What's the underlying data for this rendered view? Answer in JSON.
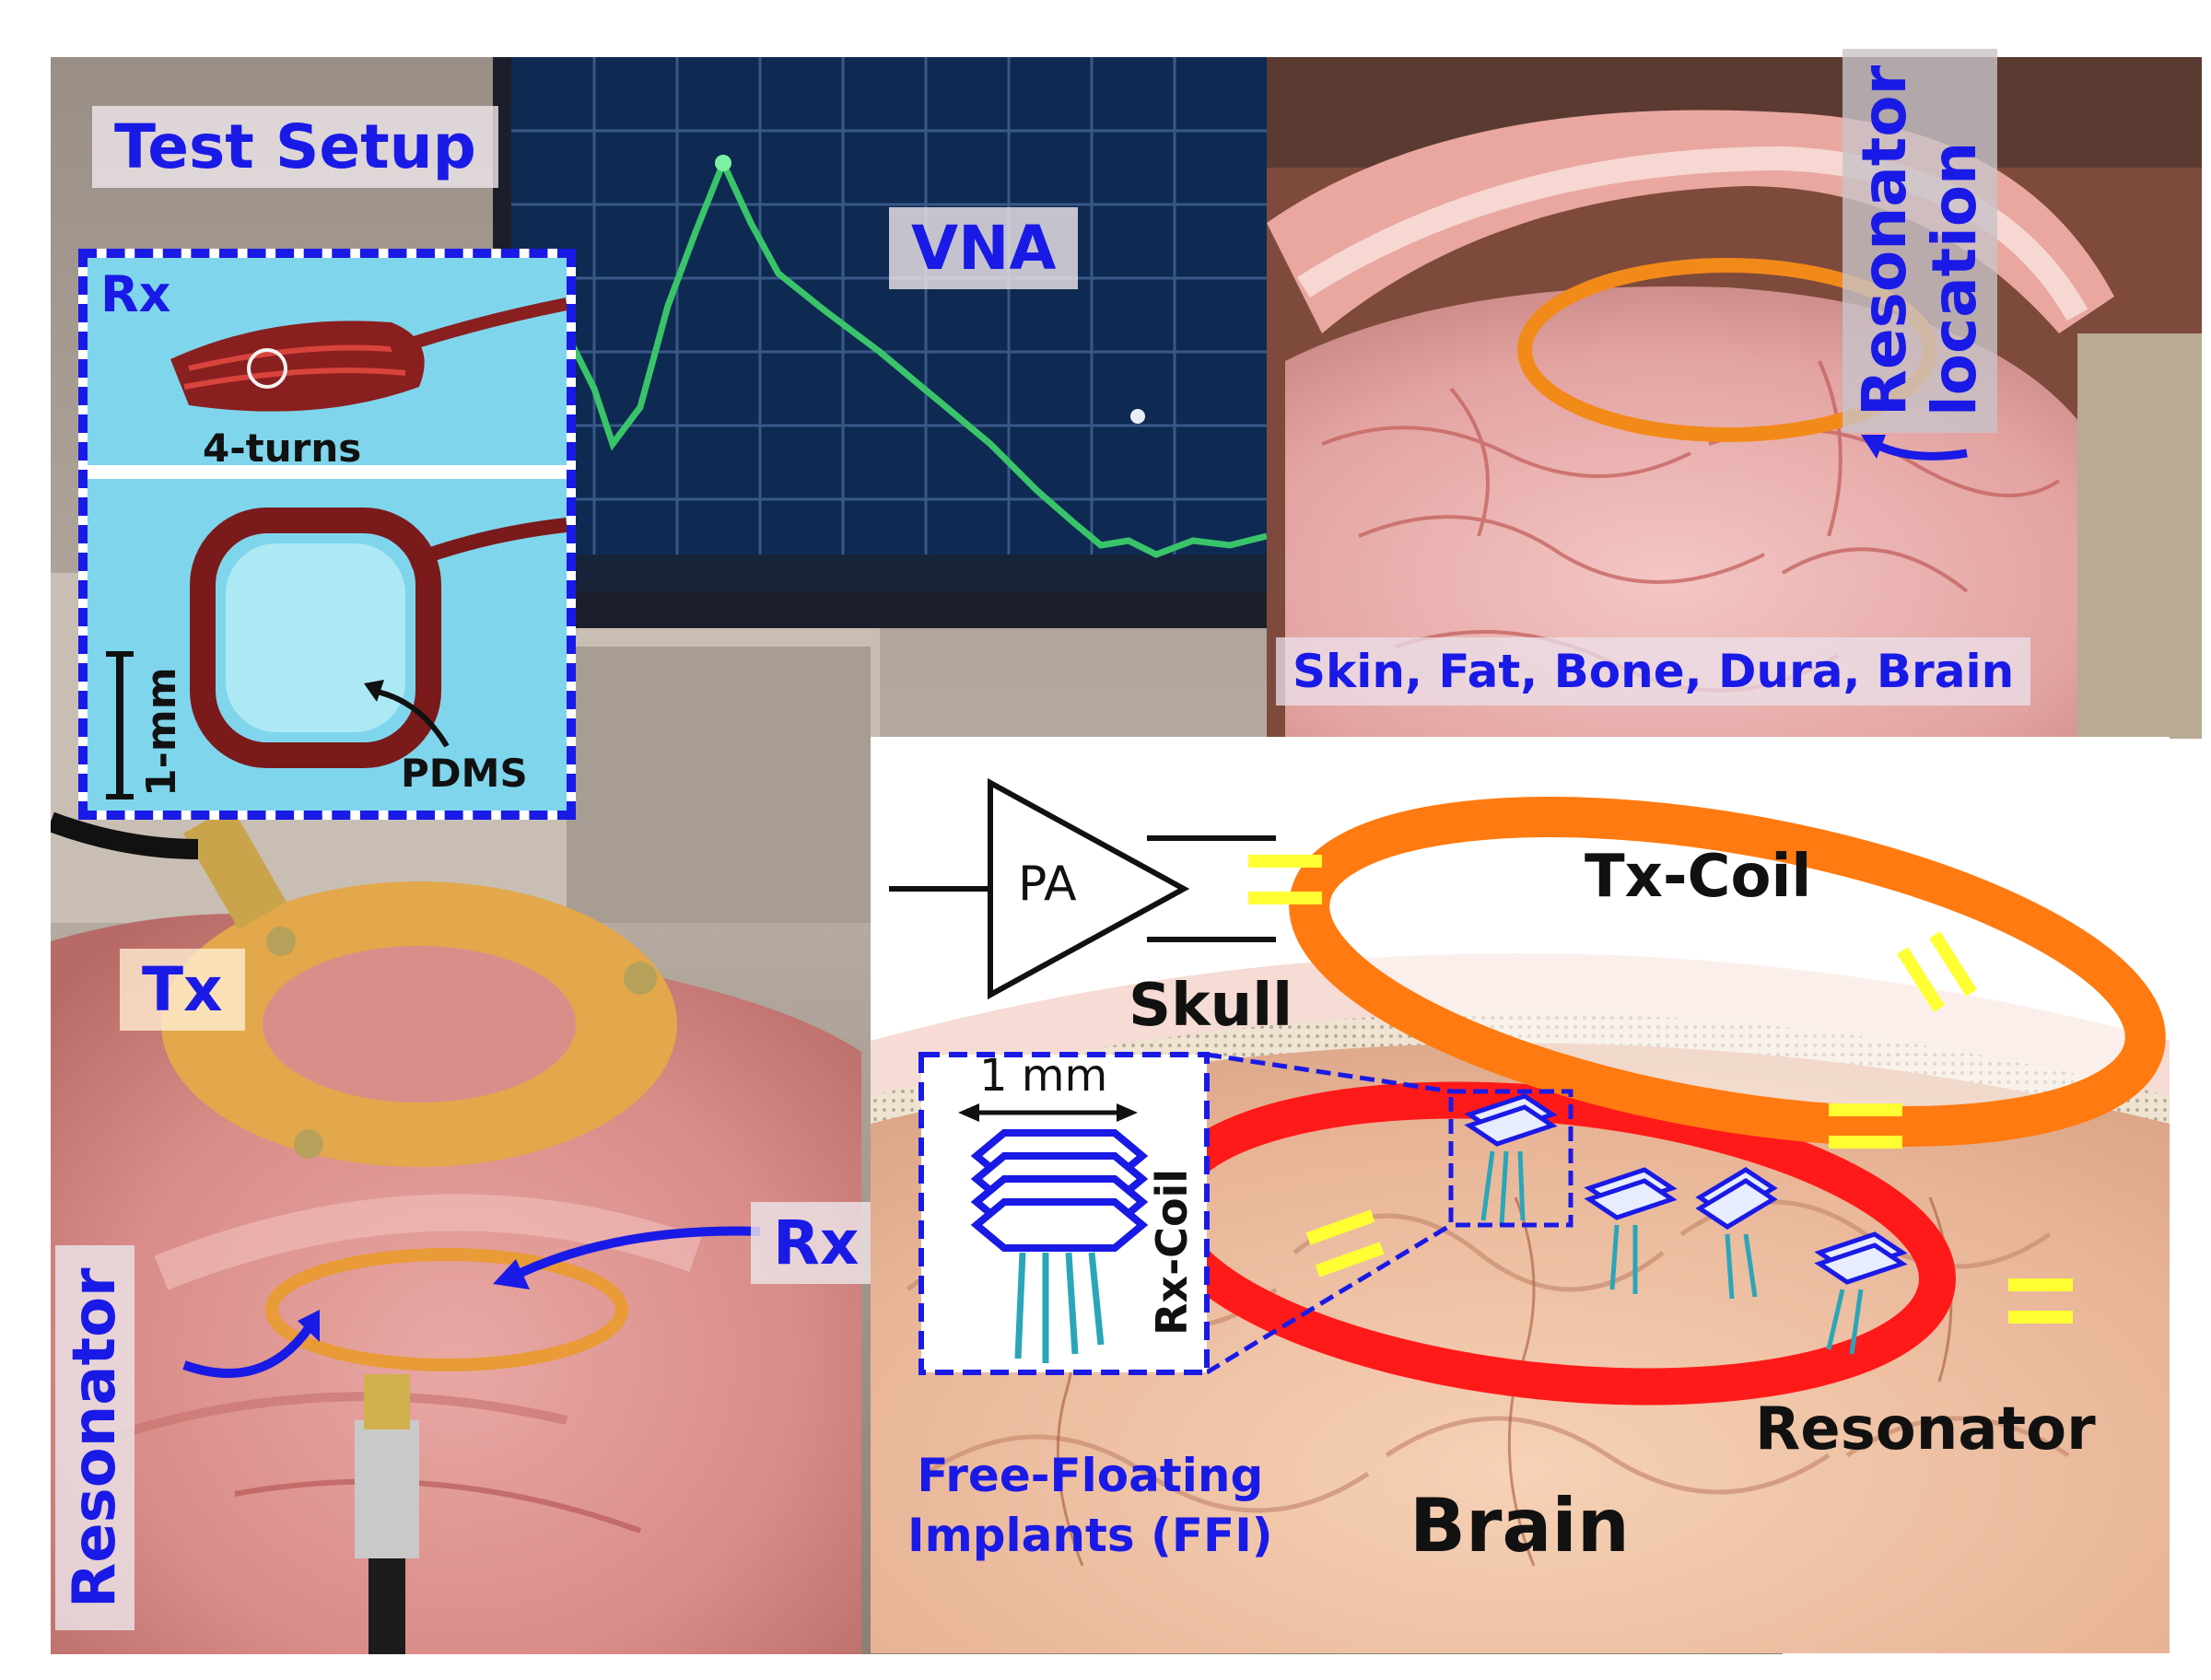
{
  "figure": {
    "test_setup_label": "Test Setup",
    "vna_label": "VNA",
    "inset": {
      "rx_label": "Rx",
      "turns_label": "4-turns",
      "scale_label": "1-mm",
      "pdms_label": "PDMS"
    },
    "brain_photo": {
      "resonator_location_label_line1": "Resonator",
      "resonator_location_label_line2": "location",
      "tissue_layers_label": "Skin, Fat, Bone, Dura, Brain"
    },
    "bench_photo": {
      "tx_label": "Tx",
      "rx_label": "Rx",
      "resonator_label": "Resonator"
    },
    "schematic": {
      "pa_label": "PA",
      "tx_coil_label": "Tx-Coil",
      "skull_label": "Skull",
      "scale_label": "1 mm",
      "rx_coil_label": "Rx-Coil",
      "resonator_label": "Resonator",
      "brain_label": "Brain",
      "ffi_label_line1": "Free-Floating",
      "ffi_label_line2": "Implants (FFI)"
    },
    "colors": {
      "label_blue": "#1a1ae6",
      "tx_coil_orange": "#ff7a10",
      "resonator_red": "#ff1a1a",
      "capacitor_yellow": "#ffff33",
      "vna_trace_green": "#39c46a"
    }
  }
}
